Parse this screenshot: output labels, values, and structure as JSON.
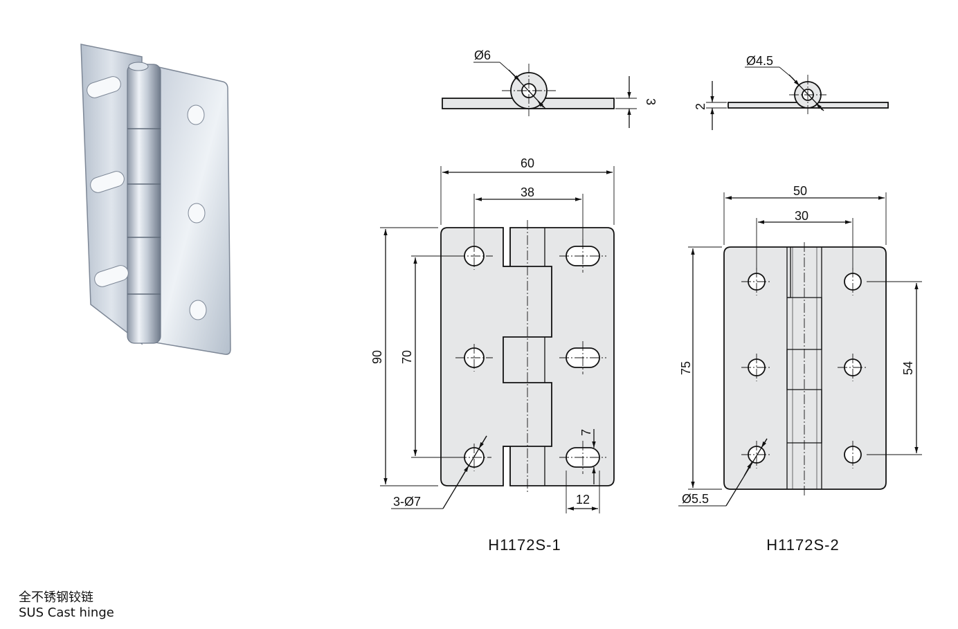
{
  "caption": {
    "chinese": "全不锈钢铰链",
    "english": "SUS Cast hinge"
  },
  "drawing1": {
    "model": "H1172S-1",
    "pin_dia": "Ø6",
    "thickness": "3",
    "width": "60",
    "hole_span": "38",
    "height": "90",
    "hole_pitch": "70",
    "hole_note": "3-Ø7",
    "slot_width": "7",
    "slot_length": "12"
  },
  "drawing2": {
    "model": "H1172S-2",
    "pin_dia": "Ø4.5",
    "thickness": "2",
    "width": "50",
    "hole_span": "30",
    "height": "75",
    "hole_pitch": "54",
    "hole_note": "Ø5.5"
  },
  "colors": {
    "part_fill": "#e6e7e8",
    "line": "#111111",
    "steel_light": "#e9eef5",
    "steel_dark": "#7f8a99"
  }
}
